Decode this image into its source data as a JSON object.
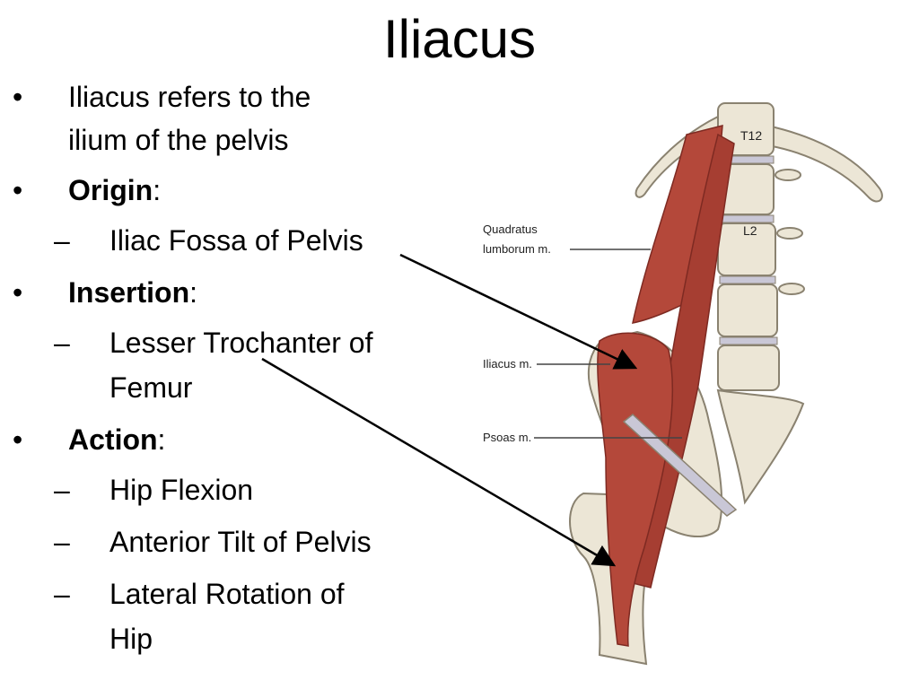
{
  "slide": {
    "title": "Iliacus",
    "bullet_char": "•",
    "dash_char": "–",
    "items": [
      {
        "level": 1,
        "line1": "Iliacus refers to the",
        "line2": "ilium of the pelvis"
      },
      {
        "level": 1,
        "bold": "Origin",
        "rest": ":"
      },
      {
        "level": 2,
        "text": "Iliac Fossa of Pelvis"
      },
      {
        "level": 1,
        "bold": "Insertion",
        "rest": ":"
      },
      {
        "level": 2,
        "line1": "Lesser Trochanter of",
        "line2": "Femur"
      },
      {
        "level": 1,
        "bold": "Action",
        "rest": ":"
      },
      {
        "level": 2,
        "text": "Hip Flexion"
      },
      {
        "level": 2,
        "text": "Anterior Tilt of Pelvis"
      },
      {
        "level": 2,
        "line1": "Lateral Rotation of",
        "line2": "Hip"
      }
    ]
  },
  "figure": {
    "labels": {
      "quadratus_line1": "Quadratus",
      "quadratus_line2": "lumborum m.",
      "iliacus": "Iliacus m.",
      "psoas": "Psoas m.",
      "t12": "T12",
      "l2": "L2"
    },
    "colors": {
      "bone": "#ece6d6",
      "bone_edge": "#8a8270",
      "muscle": "#b4483a",
      "muscle_dark": "#7e2a22",
      "tendon": "#c9c7d6",
      "arrow": "#000000"
    }
  }
}
